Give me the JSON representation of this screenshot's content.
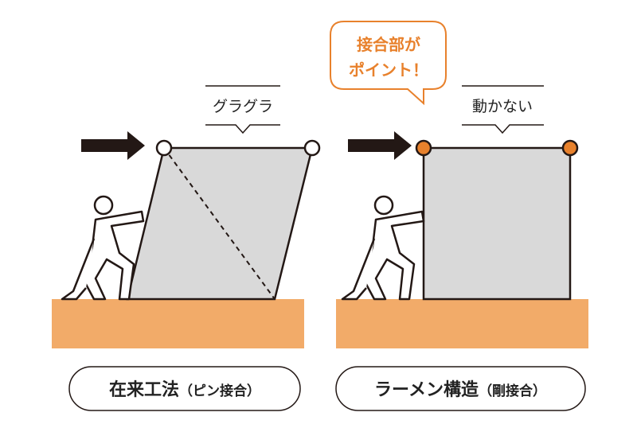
{
  "left": {
    "state_label": "グラグラ",
    "title_main": "在来工法",
    "title_sub": "（ピン接合）",
    "joint_color": "#ffffff"
  },
  "right": {
    "state_label": "動かない",
    "title_main": "ラーメン構造",
    "title_sub": "（剛接合）",
    "joint_color": "#e8812c",
    "callout_line1": "接合部が",
    "callout_line2": "ポイント！"
  },
  "colors": {
    "ground": "#f2ab69",
    "wall": "#d9d9d9",
    "accent": "#e8812c",
    "ink": "#231815"
  }
}
